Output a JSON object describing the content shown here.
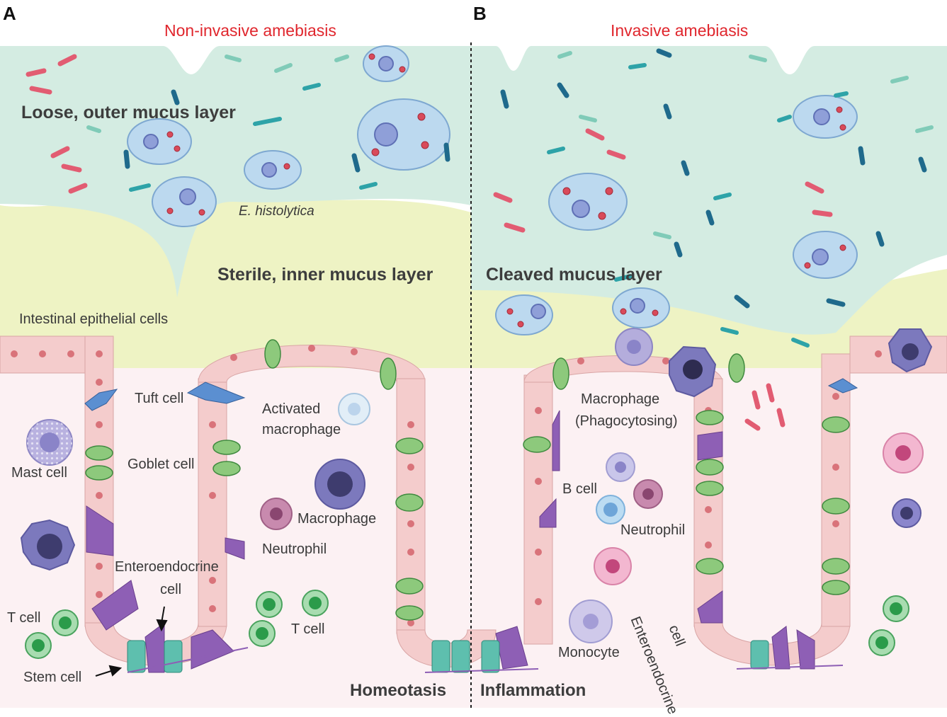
{
  "panels": {
    "a": {
      "letter": "A",
      "title": "Non-invasive amebiasis"
    },
    "b": {
      "letter": "B",
      "title": "Invasive amebiasis"
    }
  },
  "layers": {
    "outer": "Loose, outer mucus layer",
    "inner": "Sterile, inner mucus layer",
    "cleaved": "Cleaved mucus layer"
  },
  "labels": {
    "e_histolytica": "E. histolytica",
    "iec": "Intestinal epithelial cells",
    "tuft": "Tuft cell",
    "goblet": "Goblet cell",
    "mast": "Mast cell",
    "activated_line1": "Activated",
    "activated_line2": "macrophage",
    "macrophage": "Macrophage",
    "neutrophil_a": "Neutrophil",
    "entero_a_line1": "Enteroendocrine",
    "entero_a_line2": "cell",
    "t_cell_left": "T cell",
    "t_cell_right": "T cell",
    "stem": "Stem cell",
    "homeostasis": "Homeotasis",
    "inflammation": "Inflammation",
    "macro_phago_line1": "Macrophage",
    "macro_phago_line2": "(Phagocytosing)",
    "b_cell": "B cell",
    "neutrophil_b": "Neutrophil",
    "monocyte": "Monocyte",
    "entero_b_line1": "Enteroendocrine",
    "entero_b_line2": "cell"
  },
  "colors": {
    "title_red": "#e0262d",
    "outer_mucus": "#d4ece2",
    "inner_mucus": "#eef3c4",
    "epithelium": "#f4cccc",
    "nucleus": "#d9737a",
    "lamina": "#fcf1f3",
    "goblet": "#7cc26e",
    "enteroendocrine": "#8e5fb5",
    "stem": "#5ebfae",
    "amoeba": "#bcd9ef"
  }
}
